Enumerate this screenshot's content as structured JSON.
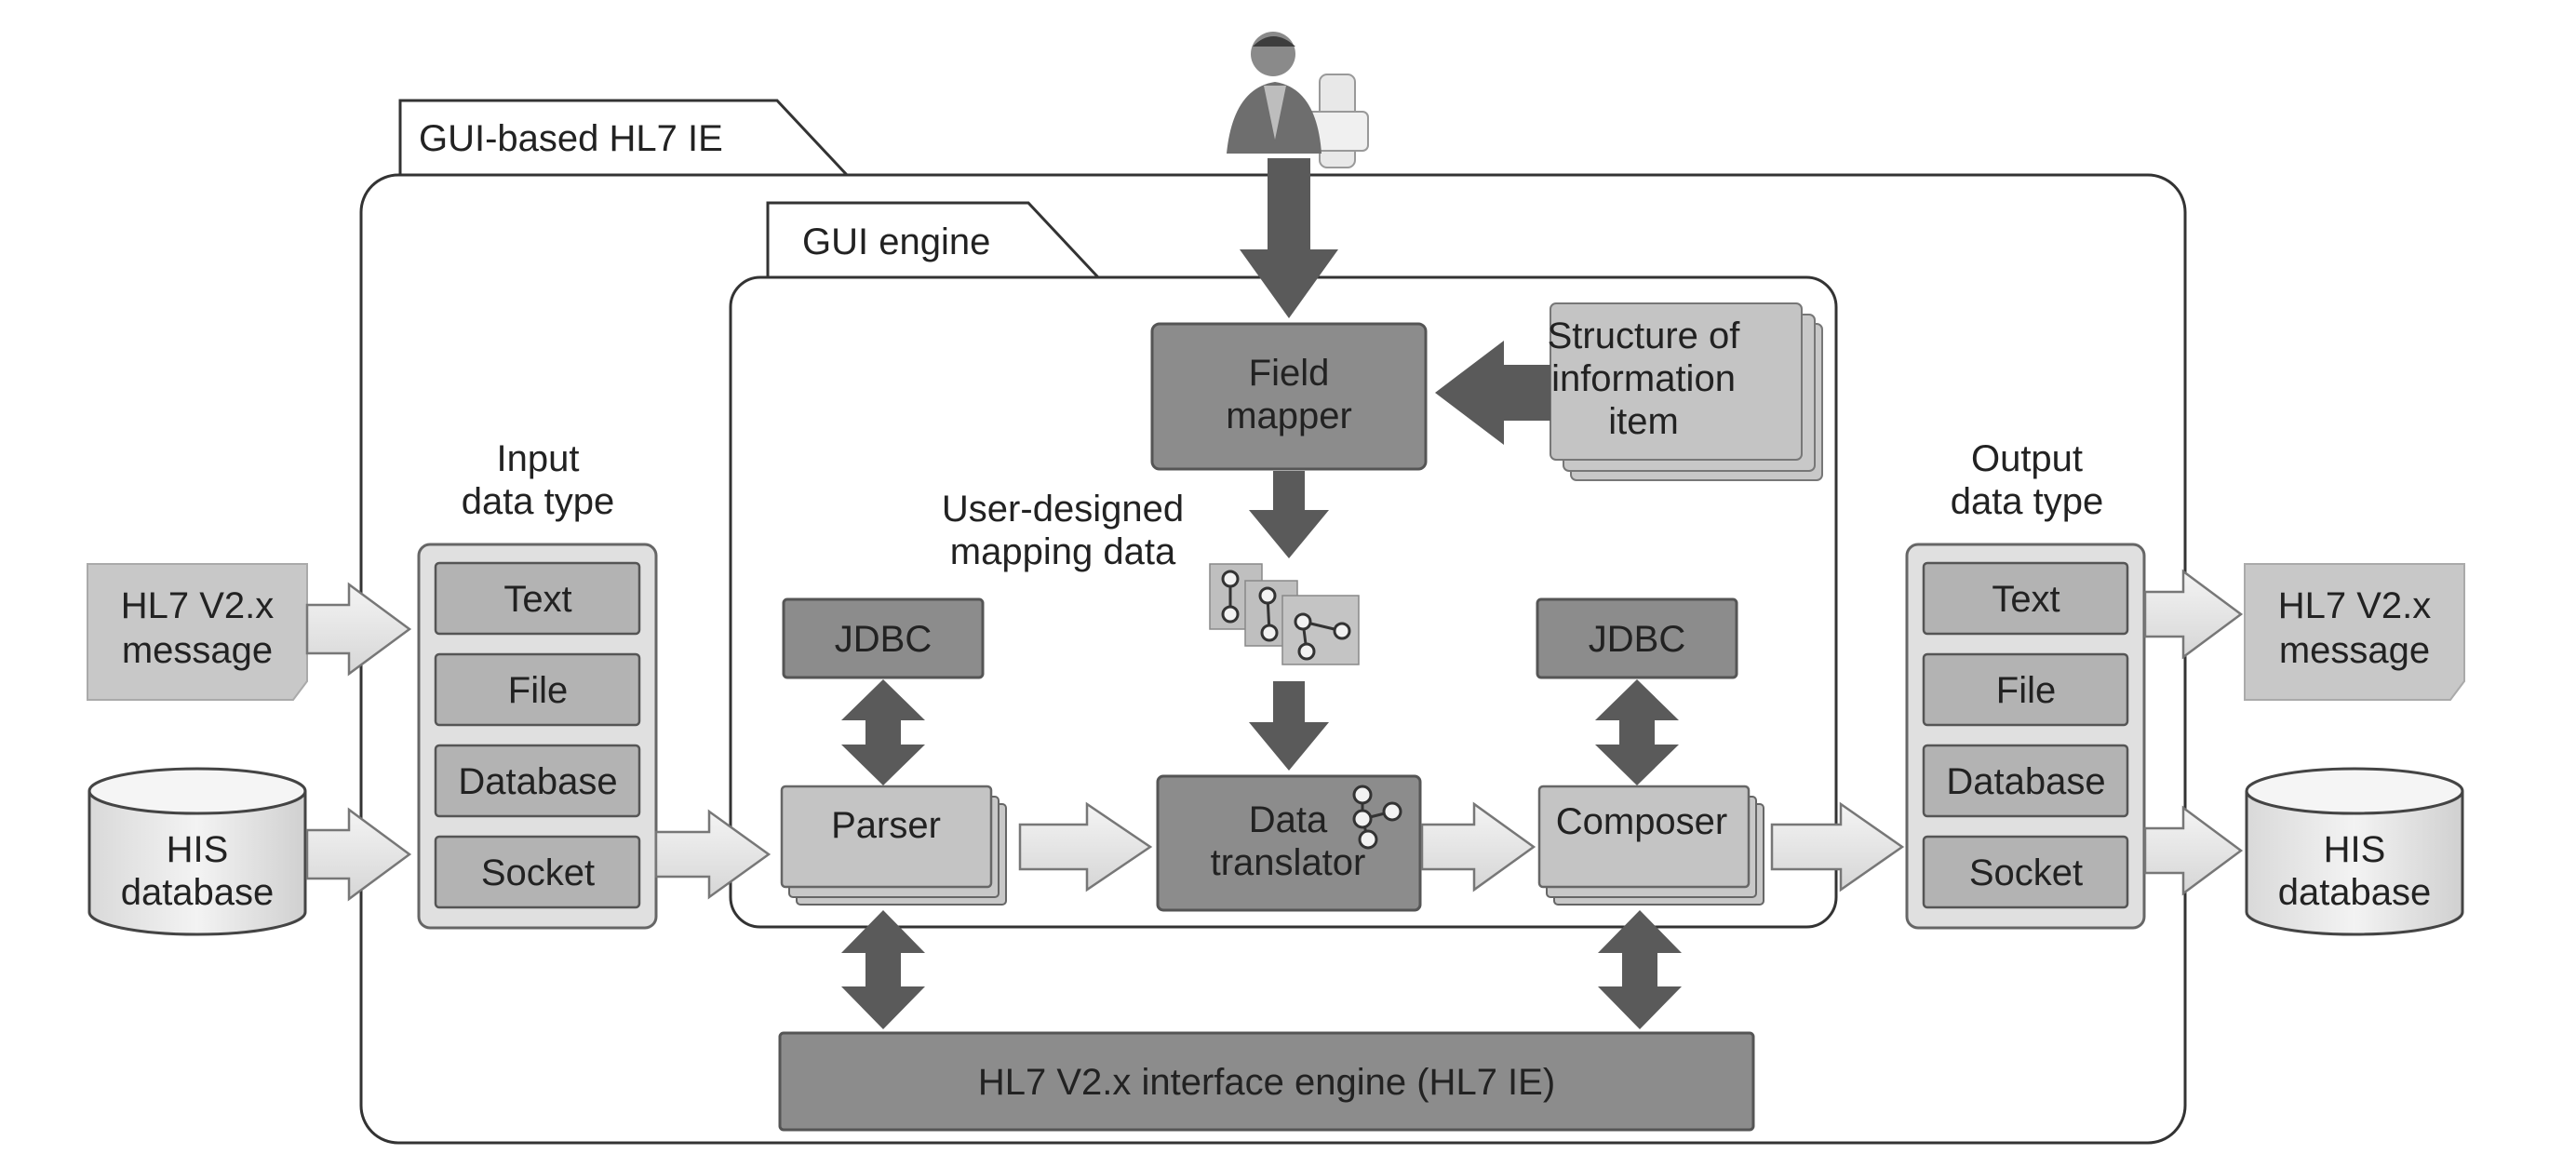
{
  "labels": {
    "outer_tab": "GUI-based HL7 IE",
    "inner_tab": "GUI engine",
    "field_mapper": [
      "Field",
      "mapper"
    ],
    "structure": [
      "Structure of",
      "information",
      "item"
    ],
    "mapping_data": [
      "User-designed",
      "mapping data"
    ],
    "input_title": [
      "Input",
      "data type"
    ],
    "output_title": [
      "Output",
      "data type"
    ],
    "jdbc_left": "JDBC",
    "jdbc_right": "JDBC",
    "parser": "Parser",
    "translator": [
      "Data",
      "translator"
    ],
    "composer": "Composer",
    "interface_engine": "HL7 V2.x interface engine (HL7 IE)",
    "hl7_msg_left": [
      "HL7 V2.x",
      "message"
    ],
    "hl7_msg_right": [
      "HL7 V2.x",
      "message"
    ],
    "his_left": [
      "HIS",
      "database"
    ],
    "his_right": [
      "HIS",
      "database"
    ]
  },
  "input_types": [
    "Text",
    "File",
    "Database",
    "Socket"
  ],
  "output_types": [
    "Text",
    "File",
    "Database",
    "Socket"
  ],
  "icons": {
    "user": "user-at-computer-icon",
    "mapping": "mapping-graph-icon"
  },
  "colors": {
    "dark_box": "#8c8c8c",
    "mid_box": "#b3b3b3",
    "light_box": "#cccccc",
    "arrow_dark": "#5a5a5a",
    "arrow_light": "#e6e6e6"
  }
}
